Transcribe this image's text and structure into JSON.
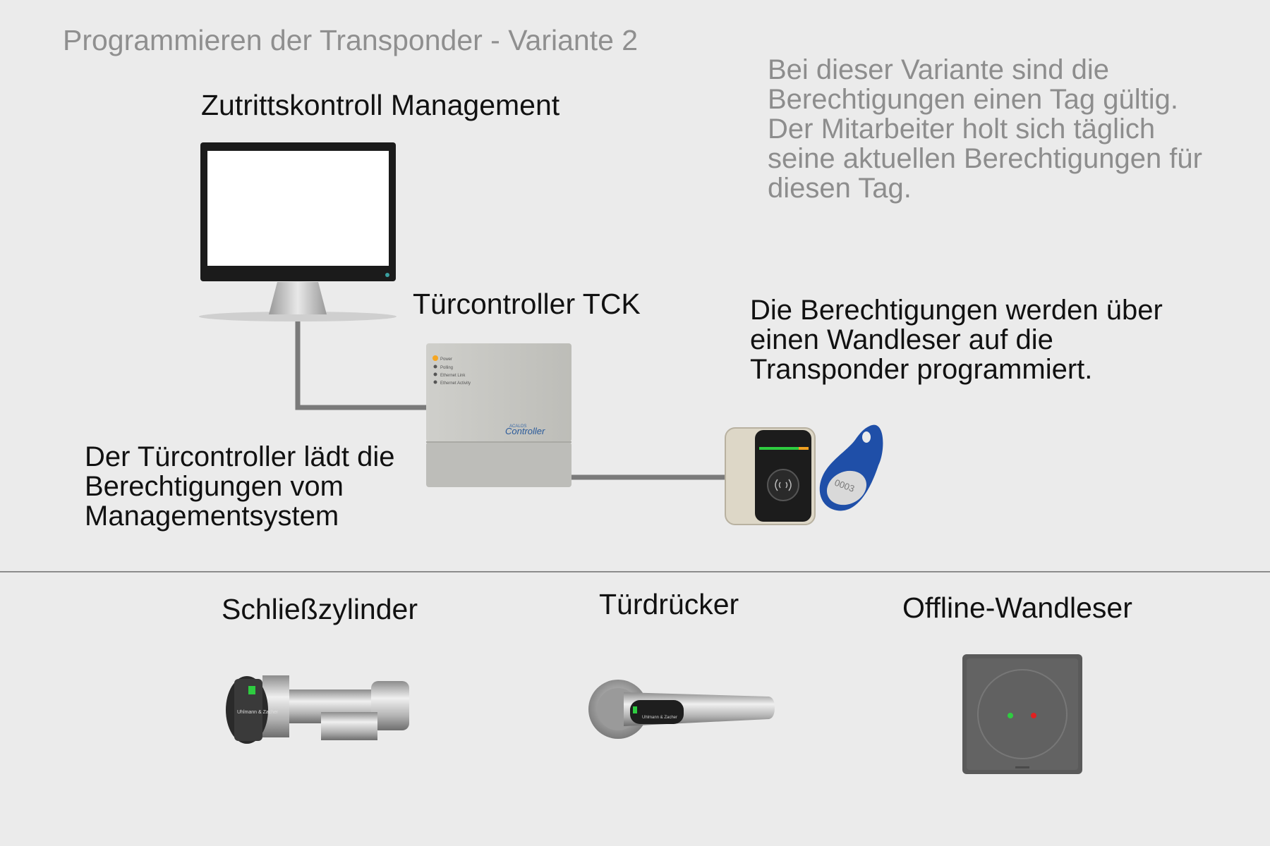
{
  "title": "Programmieren der Transponder - Variante 2",
  "labels": {
    "management": "Zutrittskontroll Management",
    "controller": "Türcontroller TCK",
    "cylinder": "Schließzylinder",
    "handle": "Türdrücker",
    "offline_reader": "Offline-Wandleser"
  },
  "notes": {
    "variant_info": [
      "Bei dieser Variante sind die",
      "Berechtigungen einen Tag gültig.",
      "Der Mitarbeiter holt sich täglich",
      "seine aktuellen Berechtigungen  für",
      "diesen Tag."
    ],
    "reader_info": [
      "Die Berechtigungen werden über",
      "einen Wandleser auf die",
      "Transponder programmiert."
    ],
    "controller_info": [
      "Der Türcontroller lädt die",
      "Berechtigungen vom",
      "Managementsystem"
    ]
  },
  "device_text": {
    "controller_leds": [
      "Power",
      "Polling",
      "Ethernet Link",
      "Ethernet Activity"
    ],
    "controller_brand_small": "ACALOS",
    "controller_brand": "Controller",
    "transponder_number": "0003",
    "handle_brand": "Uhlmann & Zacher",
    "cylinder_brand": "Uhlmann & Zacher"
  },
  "colors": {
    "background": "#ebebeb",
    "connector": "#7a7a7a",
    "fob_blue": "#1f4fa8",
    "led_green": "#2ecc40",
    "led_red": "#e02020"
  }
}
